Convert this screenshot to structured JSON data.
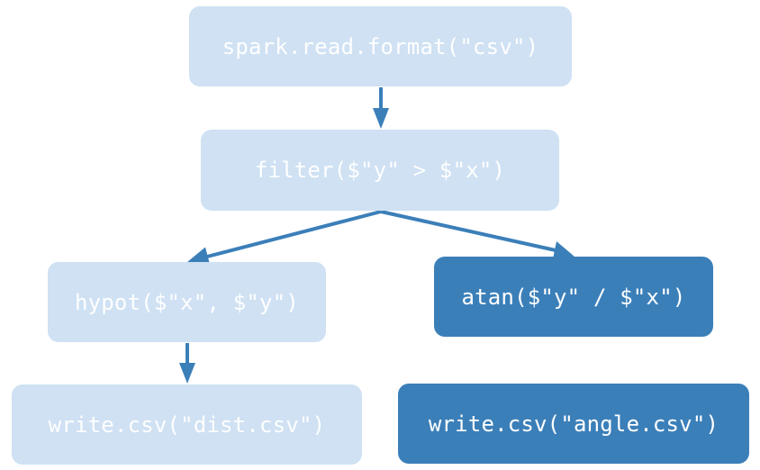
{
  "nodes": {
    "read": "spark.read.format(\"csv\")",
    "filter": "filter($\"y\" > $\"x\")",
    "hypot": "hypot($\"x\", $\"y\")",
    "atan": "atan($\"y\" / $\"x\")",
    "write_dist": "write.csv(\"dist.csv\")",
    "write_angle": "write.csv(\"angle.csv\")"
  },
  "colors": {
    "light_node": "#cfe1f3",
    "dark_node": "#3b7fb9",
    "arrow": "#3b7fb9",
    "text": "#ffffff"
  },
  "edges": [
    {
      "from": "read",
      "to": "filter"
    },
    {
      "from": "filter",
      "to": "hypot"
    },
    {
      "from": "filter",
      "to": "atan"
    },
    {
      "from": "hypot",
      "to": "write_dist"
    }
  ]
}
